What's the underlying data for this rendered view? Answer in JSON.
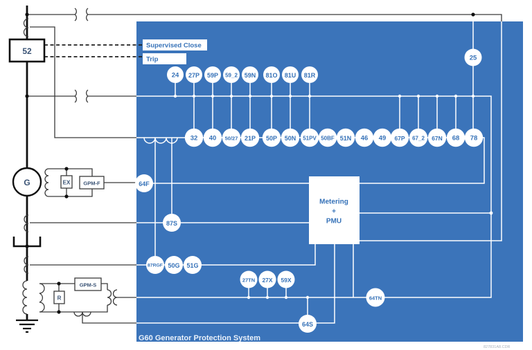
{
  "diagram": {
    "caption": "G60 Generator Protection System",
    "drawing_ref": "827831A8.CDR",
    "breaker_label": "52",
    "generator_label": "G",
    "signals": {
      "supervised_close": "Supervised Close",
      "trip": "Trip"
    },
    "metering": {
      "line1": "Metering",
      "line2": "+",
      "line3": "PMU"
    },
    "components": {
      "ex": "EX",
      "gpm_f": "GPM-F",
      "gpm_s": "GPM-S",
      "r": "R"
    },
    "top_row": [
      "24",
      "27P",
      "59P",
      "59_2",
      "59N",
      "81O",
      "81U",
      "81R"
    ],
    "main_row": [
      "32",
      "40",
      "50/27",
      "21P",
      "50P",
      "50N",
      "51PV",
      "50BF",
      "51N",
      "46",
      "49",
      "67P",
      "67_2",
      "67N",
      "68",
      "78"
    ],
    "aux_row": [
      "27TN",
      "27X",
      "59X"
    ],
    "ground_row": [
      "87RGF",
      "50G",
      "51G"
    ],
    "singles": {
      "sync": "25",
      "field": "64F",
      "stator_diff": "87S",
      "neutral_overvoltage": "64TN",
      "stator_ground": "64S"
    }
  },
  "colors": {
    "panel": "#3b74ba",
    "circle_text": "#3672b8",
    "outside_line": "#3a3a3a",
    "bus": "#101010",
    "component_text": "#3a5375",
    "caption": "#e9f1fb"
  }
}
